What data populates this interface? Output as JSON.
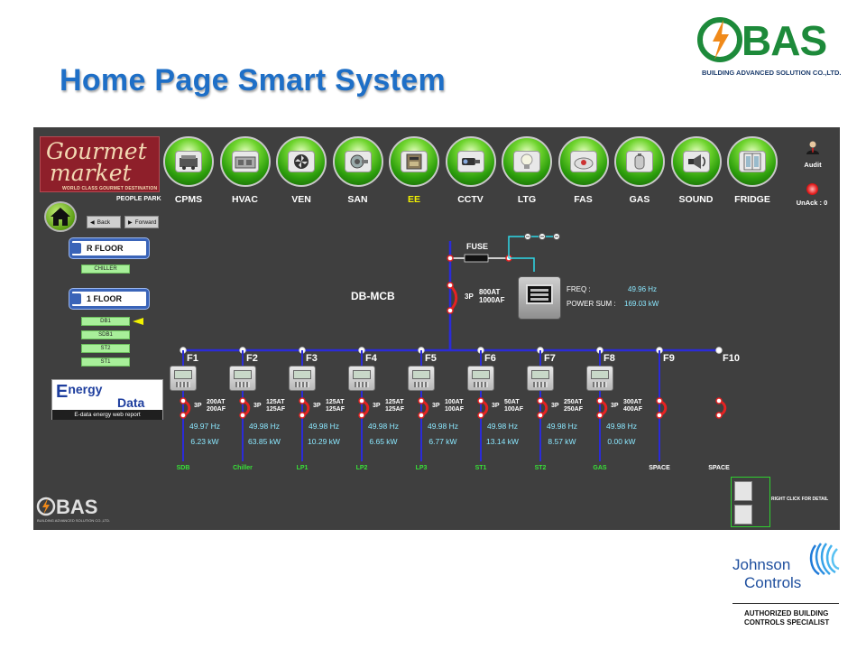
{
  "slide": {
    "title": "Home Page Smart System",
    "logo_name": "BAS",
    "logo_sub": "BUILDING ADVANCED SOLUTION CO.,LTD.",
    "footer_logo_line1": "Johnson",
    "footer_logo_line2": "Controls",
    "footer_logo_tagline": "AUTHORIZED BUILDING CONTROLS SPECIALIST"
  },
  "header": {
    "client_logo_line1": "Gourmet",
    "client_logo_line2": "market",
    "client_logo_sub": "WORLD CLASS GOURMET DESTINATION",
    "site_name": "PEOPLE PARK",
    "back_label": "Back",
    "forward_label": "Forward"
  },
  "systems": [
    {
      "label": "CPMS",
      "icon": "chiller-icon",
      "active": false
    },
    {
      "label": "HVAC",
      "icon": "ahu-icon",
      "active": false
    },
    {
      "label": "VEN",
      "icon": "fan-icon",
      "active": false
    },
    {
      "label": "SAN",
      "icon": "pump-icon",
      "active": false
    },
    {
      "label": "EE",
      "icon": "electrical-panel-icon",
      "active": true
    },
    {
      "label": "CCTV",
      "icon": "camera-icon",
      "active": false
    },
    {
      "label": "LTG",
      "icon": "bulb-icon",
      "active": false
    },
    {
      "label": "FAS",
      "icon": "smoke-detector-icon",
      "active": false
    },
    {
      "label": "GAS",
      "icon": "gas-tank-icon",
      "active": false
    },
    {
      "label": "SOUND",
      "icon": "speaker-icon",
      "active": false
    },
    {
      "label": "FRIDGE",
      "icon": "fridge-icon",
      "active": false
    }
  ],
  "status": {
    "audit_label": "Audit",
    "unack_label": "UnAck : 0"
  },
  "floors": [
    {
      "label": "R FLOOR",
      "zones": [
        "CHILLER"
      ]
    },
    {
      "label": "1 FLOOR",
      "zones": [
        "DB1",
        "SDB1",
        "ST2",
        "ST1"
      ],
      "selected_zone": "DB1"
    }
  ],
  "energy_logo": {
    "word_a": "E",
    "word_b": "nergy",
    "word_c": "Data",
    "tagline": "E-data energy web report"
  },
  "footer_mini_logo": {
    "name": "BAS",
    "sub": "BUILDING ADVANCED SOLUTION CO.,LTD."
  },
  "panel": {
    "name": "DB-MCB",
    "fuse_label": "FUSE",
    "main_breaker": {
      "poles": "3P",
      "at": "800AT",
      "af": "1000AF"
    },
    "main_meter": {
      "freq_label": "FREQ :",
      "freq_value": "49.96 Hz",
      "power_label": "POWER SUM :",
      "power_value": "169.03 kW"
    }
  },
  "feeders": [
    {
      "id": "F1",
      "breaker_at": "200AT",
      "breaker_af": "200AF",
      "freq": "49.97 Hz",
      "power": "6.23 kW",
      "load": "SDB",
      "metered": true
    },
    {
      "id": "F2",
      "breaker_at": "125AT",
      "breaker_af": "125AF",
      "freq": "49.98 Hz",
      "power": "63.85 kW",
      "load": "Chiller",
      "metered": true
    },
    {
      "id": "F3",
      "breaker_at": "125AT",
      "breaker_af": "125AF",
      "freq": "49.98 Hz",
      "power": "10.29 kW",
      "load": "LP1",
      "metered": true
    },
    {
      "id": "F4",
      "breaker_at": "125AT",
      "breaker_af": "125AF",
      "freq": "49.98 Hz",
      "power": "6.65 kW",
      "load": "LP2",
      "metered": true
    },
    {
      "id": "F5",
      "breaker_at": "100AT",
      "breaker_af": "100AF",
      "freq": "49.98 Hz",
      "power": "6.77 kW",
      "load": "LP3",
      "metered": true
    },
    {
      "id": "F6",
      "breaker_at": "50AT",
      "breaker_af": "100AF",
      "freq": "49.98 Hz",
      "power": "13.14 kW",
      "load": "ST1",
      "metered": true
    },
    {
      "id": "F7",
      "breaker_at": "250AT",
      "breaker_af": "250AF",
      "freq": "49.98 Hz",
      "power": "8.57 kW",
      "load": "ST2",
      "metered": true
    },
    {
      "id": "F8",
      "breaker_at": "300AT",
      "breaker_af": "400AF",
      "freq": "49.98 Hz",
      "power": "0.00 kW",
      "load": "GAS",
      "metered": true
    },
    {
      "id": "F9",
      "load": "SPACE",
      "metered": false
    },
    {
      "id": "F10",
      "load": "SPACE",
      "metered": false
    }
  ],
  "breaker_poles": "3P",
  "detail_hint": "RIGHT CLICK FOR DETAIL",
  "colors": {
    "bus_blue": "#2b2bd8",
    "cyan_line": "#2fd9e8",
    "value_cyan": "#8be8ff",
    "load_green": "#38e238",
    "active_yellow": "#f2f200",
    "breaker_red": "#e52222",
    "panel_bg": "#3f3f3f"
  }
}
